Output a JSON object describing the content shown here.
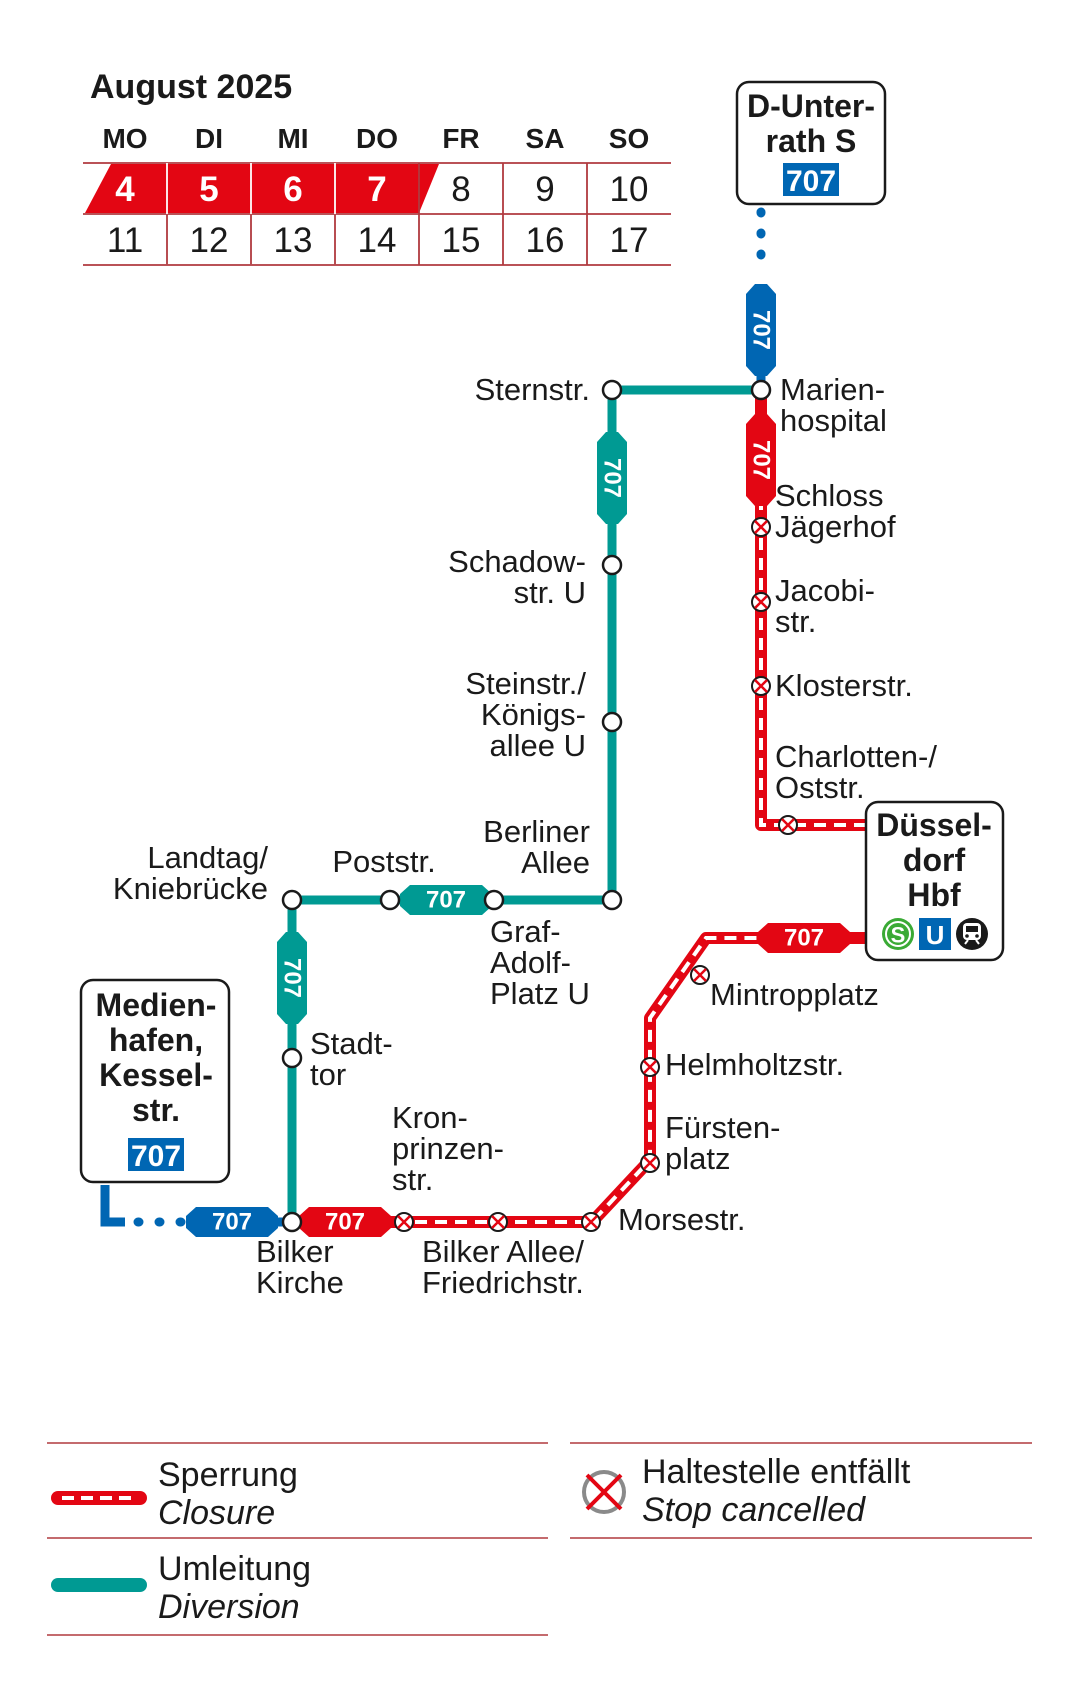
{
  "calendar": {
    "title": "August 2025",
    "weekdays": [
      "MO",
      "DI",
      "MI",
      "DO",
      "FR",
      "SA",
      "SO"
    ],
    "weeks": [
      [
        "4",
        "5",
        "6",
        "7",
        "8",
        "9",
        "10"
      ],
      [
        "11",
        "12",
        "13",
        "14",
        "15",
        "16",
        "17"
      ]
    ],
    "highlighted_days": [
      "4",
      "5",
      "6",
      "7"
    ],
    "highlight_color": "#e30613"
  },
  "line": "707",
  "colors": {
    "closure": "#e30613",
    "diversion": "#009a93",
    "regular": "#0066b3"
  },
  "terminals": {
    "north": {
      "lines": [
        "D-Unter-",
        "rath S"
      ],
      "badge": "707"
    },
    "south": {
      "lines": [
        "Medien-",
        "hafen,",
        "Kessel-",
        "str."
      ],
      "badge": "707"
    },
    "hbf": {
      "lines": [
        "Düssel-",
        "dorf",
        "Hbf"
      ],
      "icons": [
        "s-bahn-icon",
        "u-bahn-icon",
        "tram-icon"
      ],
      "s_label": "S",
      "u_label": "U"
    }
  },
  "stops": {
    "sternstr": [
      "Sternstr."
    ],
    "marienhospital": [
      "Marien-",
      "hospital"
    ],
    "schloss_jaegerhof": [
      "Schloss",
      "Jägerhof"
    ],
    "jacobistr": [
      "Jacobi-",
      "str."
    ],
    "klosterstr": [
      "Klosterstr."
    ],
    "charlottenstr": [
      "Charlotten-/",
      "Oststr."
    ],
    "schadowstr": [
      "Schadow-",
      "str. U"
    ],
    "steinstr": [
      "Steinstr./",
      "Königs-",
      "allee U"
    ],
    "berliner_allee": [
      "Berliner",
      "Allee"
    ],
    "poststr": [
      "Poststr."
    ],
    "landtag": [
      "Landtag/",
      "Kniebrücke"
    ],
    "graf_adolf": [
      "Graf-",
      "Adolf-",
      "Platz U"
    ],
    "stadttor": [
      "Stadt-",
      "tor"
    ],
    "bilker_kirche": [
      "Bilker",
      "Kirche"
    ],
    "kronprinzenstr": [
      "Kron-",
      "prinzen-",
      "str."
    ],
    "bilker_allee": [
      "Bilker Allee/",
      "Friedrichstr."
    ],
    "morsestr": [
      "Morsestr."
    ],
    "fuerstenplatz": [
      "Fürsten-",
      "platz"
    ],
    "helmholtzstr": [
      "Helmholtzstr."
    ],
    "mintropplatz": [
      "Mintropplatz"
    ]
  },
  "legend": {
    "closure": {
      "de": "Sperrung",
      "en": "Closure"
    },
    "diversion": {
      "de": "Umleitung",
      "en": "Diversion"
    },
    "cancelled": {
      "de": "Haltestelle entfällt",
      "en": "Stop cancelled"
    }
  }
}
